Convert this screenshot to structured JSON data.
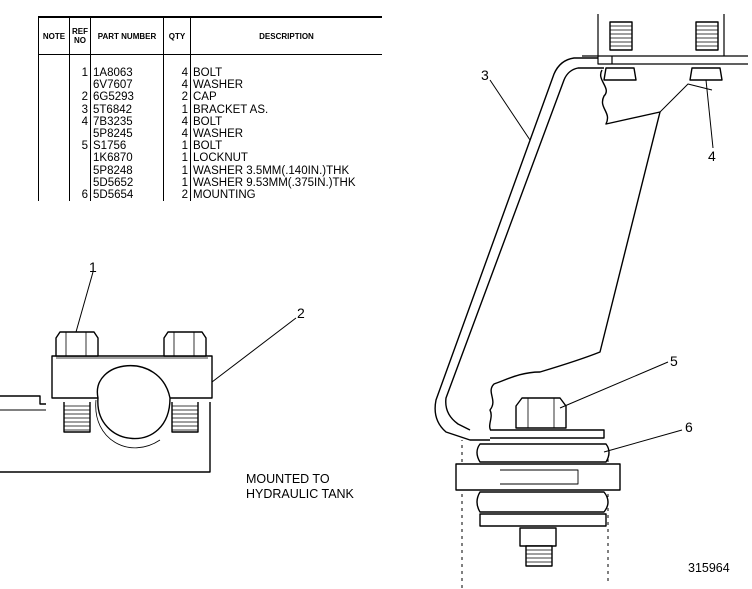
{
  "table": {
    "headers": [
      "NOTE",
      "REF NO",
      "PART NUMBER",
      "QTY",
      "DESCRIPTION"
    ],
    "rows": [
      {
        "note": "",
        "ref": "1",
        "part": "1A8063",
        "qty": "4",
        "desc": "BOLT"
      },
      {
        "note": "",
        "ref": "",
        "part": "6V7607",
        "qty": "4",
        "desc": "WASHER"
      },
      {
        "note": "",
        "ref": "2",
        "part": "6G5293",
        "qty": "2",
        "desc": "CAP"
      },
      {
        "note": "",
        "ref": "3",
        "part": "5T6842",
        "qty": "1",
        "desc": "BRACKET  AS."
      },
      {
        "note": "",
        "ref": "4",
        "part": "7B3235",
        "qty": "4",
        "desc": "BOLT"
      },
      {
        "note": "",
        "ref": "",
        "part": "5P8245",
        "qty": "4",
        "desc": "WASHER"
      },
      {
        "note": "",
        "ref": "5",
        "part": "S1756",
        "qty": "1",
        "desc": "BOLT"
      },
      {
        "note": "",
        "ref": "",
        "part": "1K6870",
        "qty": "1",
        "desc": "LOCKNUT"
      },
      {
        "note": "",
        "ref": "",
        "part": "5P8248",
        "qty": "1",
        "desc": "WASHER  3.5MM(.140IN.)THK"
      },
      {
        "note": "",
        "ref": "",
        "part": "5D5652",
        "qty": "1",
        "desc": "WASHER  9.53MM(.375IN.)THK"
      },
      {
        "note": "",
        "ref": "6",
        "part": "5D5654",
        "qty": "2",
        "desc": "MOUNTING"
      }
    ]
  },
  "callouts": [
    "1",
    "2",
    "3",
    "4",
    "5",
    "6"
  ],
  "note_line1": "MOUNTED TO",
  "note_line2": "HYDRAULIC TANK",
  "figure_number": "315964"
}
